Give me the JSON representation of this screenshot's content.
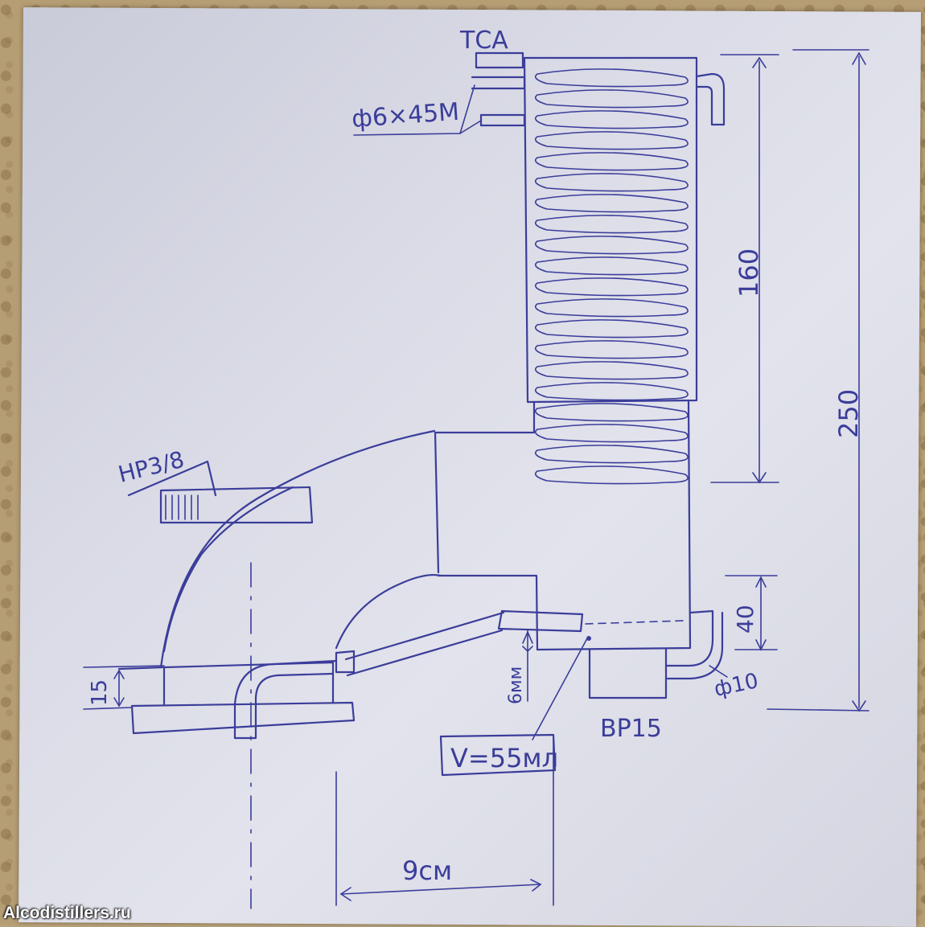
{
  "labels": {
    "tsa": "ТСА",
    "tube": "ф6×45М",
    "hr": "НР3/8",
    "dim_160": "160",
    "dim_250": "250",
    "dim_40": "40",
    "dim_15": "15",
    "dim_6mm": "6мм",
    "volume": "V=55мл",
    "br15": "ВР15",
    "phi10": "ф10",
    "width_9cm": "9см"
  },
  "watermark": "Alcodistillers.ru",
  "colors": {
    "ink": "#3b3d9a",
    "paper": "#dadbe6"
  }
}
